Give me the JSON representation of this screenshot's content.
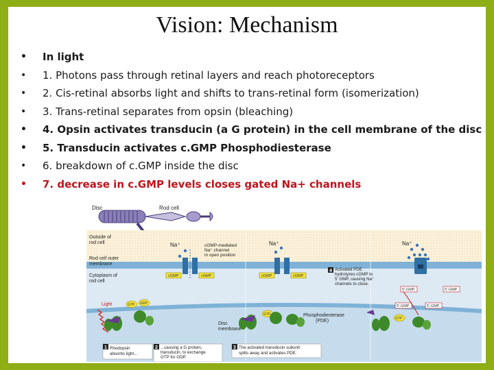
{
  "slide": {
    "title": "Vision: Mechanism",
    "bullets": [
      {
        "text": "In light",
        "style": "bold"
      },
      {
        "text": "1. Photons pass through retinal layers and reach photoreceptors",
        "style": "normal"
      },
      {
        "text": "2. Cis-retinal absorbs light and shifts to trans-retinal form (isomerization)",
        "style": "normal"
      },
      {
        "text": "3. Trans-retinal separates from opsin (bleaching)",
        "style": "normal"
      },
      {
        "text": "4. Opsin activates transducin (a G protein) in the cell membrane of the disc",
        "style": "bold"
      },
      {
        "text": "5. Transducin activates c.GMP Phosphodiesterase",
        "style": "bold"
      },
      {
        "text": "6. breakdown of c.GMP inside the disc",
        "style": "normal"
      },
      {
        "text": "7. decrease in c.GMP levels closes gated Na+ channels",
        "style": "red"
      }
    ],
    "bullet_glyph": "•"
  },
  "figure": {
    "disc_label": "Disc",
    "rod_cell_label": "Rod cell",
    "outside_label": [
      "Outside of",
      "rod cell"
    ],
    "membrane_label": [
      "Rod cell outer",
      "membrane"
    ],
    "cytoplasm_label": [
      "Cytoplasm of",
      "rod cell"
    ],
    "light_label": "Light",
    "disc_membrane_label": [
      "Disc",
      "membrane"
    ],
    "na_label": "Na⁺",
    "channel_note": [
      "cGMP-mediated",
      "Na⁺ channel",
      "in open position"
    ],
    "cgmp_label": "cGMP",
    "five_gmp_label": "5'-GMP",
    "gtp_label": "GTP",
    "gdp_label": "GDP",
    "pde_label": [
      "Phosphodiesterase",
      "(PDE)"
    ],
    "step4_label": [
      "Activated PDE",
      "hydrolyzes cGMP to",
      "5' GMP, causing Na⁺",
      "channels to close."
    ],
    "steps": [
      {
        "num": "1",
        "text": [
          "Rhodopsin",
          "absorbs light..."
        ]
      },
      {
        "num": "2",
        "text": [
          "...causing a G protein,",
          "transducin, to exchange",
          "GTP for GDP."
        ]
      },
      {
        "num": "3",
        "text": [
          "The activated transducin subunit",
          "splits away and activates PDE."
        ]
      }
    ],
    "colors": {
      "slide_border": "#8fad15",
      "outside_bg": "#fbf1d9",
      "membrane": "#7fb2d6",
      "cytoplasm_bg": "#dde9f3",
      "disc_bg": "#c6dcec",
      "channel": "#2f6fa4",
      "protein": "#3e8a2a",
      "retinal_purple": "#6a3a92",
      "nucleotide": "#f2e23a",
      "red_text": "#c0141c"
    }
  }
}
